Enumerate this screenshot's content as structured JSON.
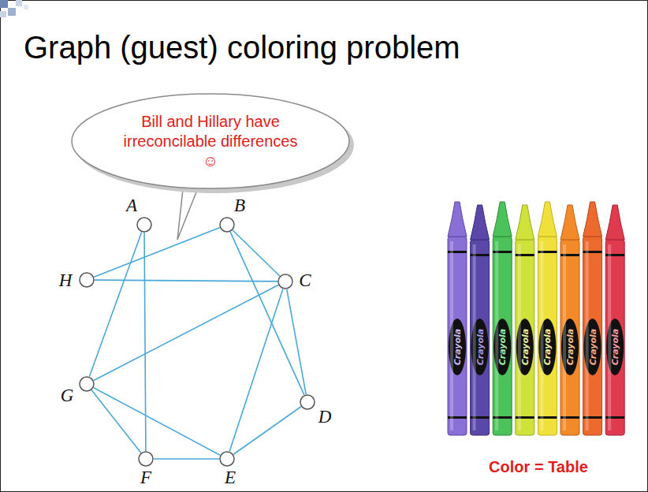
{
  "diagram": {
    "title": "Graph (guest) coloring problem",
    "nodes": [
      {
        "text": [
          "Bill and Hillary have irreconcilable differences ☺"
        ]
      },
      {
        "text": [
          "A"
        ]
      },
      {
        "text": [
          "B"
        ]
      },
      {
        "text": [
          "H"
        ]
      },
      {
        "text": [
          "C"
        ]
      },
      {
        "text": [
          "G"
        ]
      },
      {
        "text": [
          "D"
        ]
      },
      {
        "text": [
          "F"
        ]
      },
      {
        "text": [
          "E"
        ]
      }
    ],
    "edges": [
      {
        "from": 1,
        "to": 7,
        "arrow": "none"
      },
      {
        "from": 1,
        "to": 5,
        "arrow": "none"
      },
      {
        "from": 2,
        "to": 3,
        "arrow": "none"
      },
      {
        "from": 2,
        "to": 4,
        "arrow": "none"
      },
      {
        "from": 2,
        "to": 6,
        "arrow": "none"
      },
      {
        "from": 4,
        "to": 3,
        "arrow": "none"
      },
      {
        "from": 4,
        "to": 6,
        "arrow": "none"
      },
      {
        "from": 4,
        "to": 8,
        "arrow": "none"
      },
      {
        "from": 4,
        "to": 5,
        "arrow": "none"
      },
      {
        "from": 6,
        "to": 8,
        "arrow": "none"
      },
      {
        "from": 8,
        "to": 7,
        "arrow": "none"
      },
      {
        "from": 8,
        "to": 5,
        "arrow": "none"
      },
      {
        "from": 7,
        "to": 5,
        "arrow": "none"
      }
    ],
    "labels": [
      "Crayola",
      "Crayola",
      "Crayola",
      "Crayola",
      "Crayola",
      "Crayola",
      "Crayola",
      "Crayola",
      "Color = Table"
    ]
  }
}
